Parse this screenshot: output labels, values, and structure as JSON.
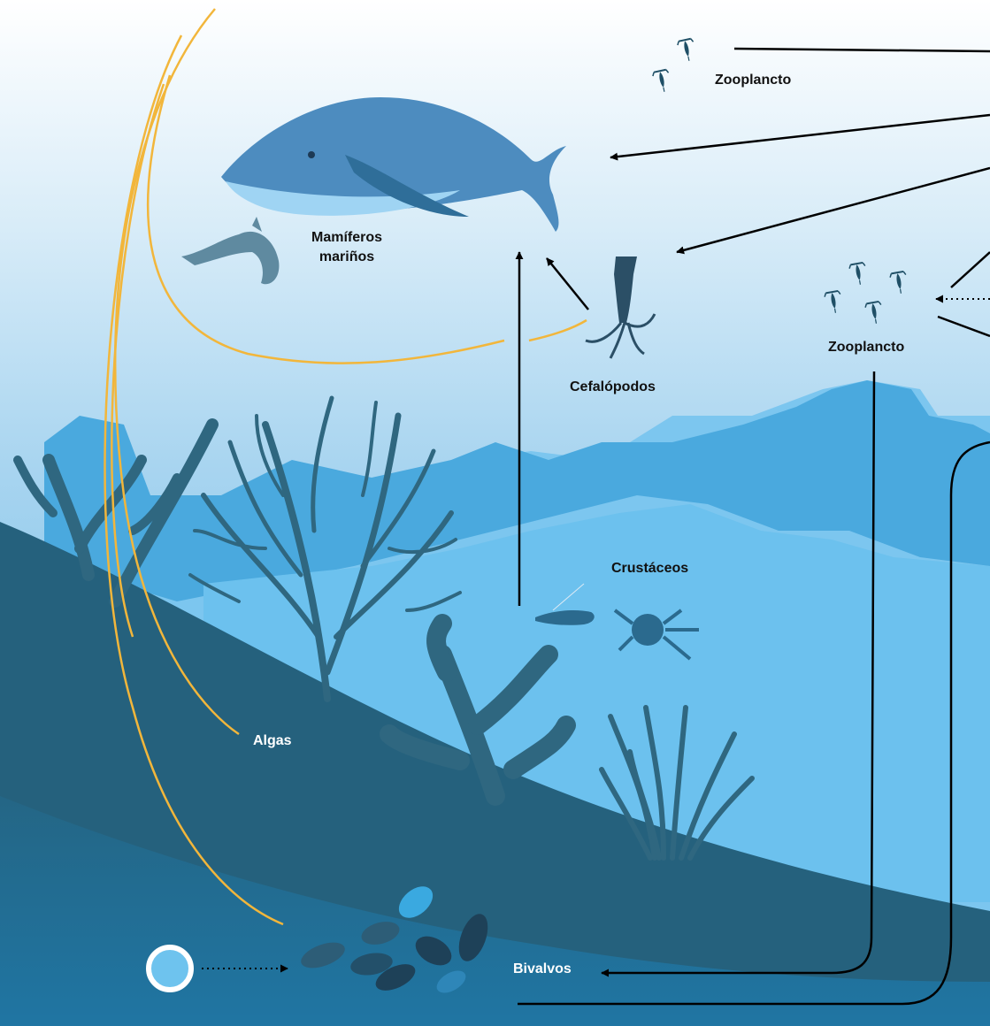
{
  "labels": {
    "zooplankton_top": "Zooplancto",
    "marine_mammals_line1": "Mamíferos",
    "marine_mammals_line2": "mariños",
    "cephalopods": "Cefalópodos",
    "zooplankton_mid": "Zooplancto",
    "crustaceans": "Crustáceos",
    "algae": "Algas",
    "bivalves": "Bivalvos"
  },
  "colors": {
    "sky_top": "#ffffff",
    "water_light": "#c4e2f5",
    "water_mid": "#5ab0e0",
    "seabed_dark": "#25617d",
    "deep_water": "#1f79ae",
    "reef_light": "#6ec3ee",
    "reef_mid": "#3fa2d8",
    "coral_dark": "#2f6780",
    "arrow": "#000000",
    "algae_line": "#f2b63b",
    "whale": "#4d8cbf",
    "organism_dark": "#1f4f66"
  },
  "icons": [
    "humpback-whale-icon",
    "dolphin-icon",
    "squid-icon",
    "shrimp-icon",
    "crab-icon",
    "zooplankton-icon",
    "bivalve-shell-icon",
    "phytoplankton-circle-icon"
  ]
}
